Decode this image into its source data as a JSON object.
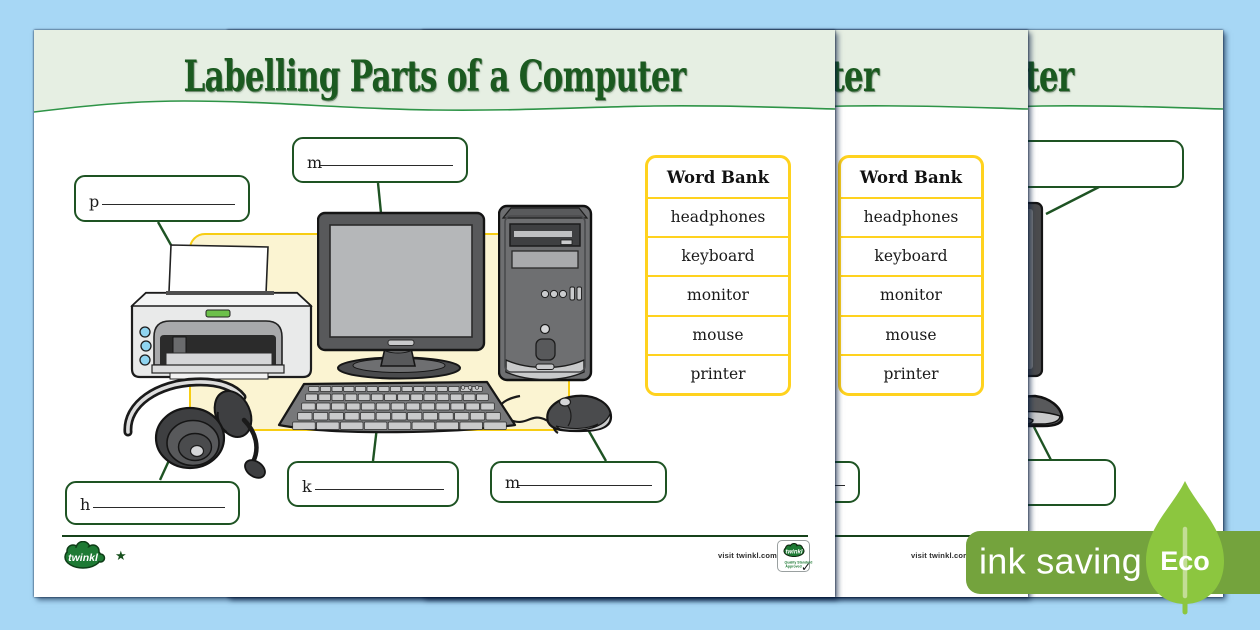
{
  "title": "Labelling Parts of a Computer",
  "word_bank": {
    "header": "Word Bank",
    "words": [
      "headphones",
      "keyboard",
      "monitor",
      "mouse",
      "printer"
    ]
  },
  "labels": {
    "monitor": "m",
    "printer": "p",
    "headphones": "h",
    "keyboard": "k",
    "mouse": "m"
  },
  "footer": {
    "brand": "twinkl",
    "star": "★",
    "visit": "visit twinkl.com",
    "quality_line1": "Quality Standard",
    "quality_line2": "Approved",
    "check": "✓"
  },
  "badge": {
    "label": "ink saving",
    "eco": "Eco"
  },
  "colors": {
    "background": "#A7D7F5",
    "page": "#FFFFFF",
    "band": "#E6EFE3",
    "title": "#1B5A20",
    "wave": "#2E9447",
    "box_border": "#1E5323",
    "yellow": "#FFD21E",
    "panel_fill": "#FBF4D2",
    "panel_border": "#F7CD13",
    "footer_line": "#17421B",
    "badge": "#74A33D",
    "leaf": "#8CC63F",
    "leaf_stem": "#C3DD96",
    "logo_green": "#1E7A34"
  }
}
